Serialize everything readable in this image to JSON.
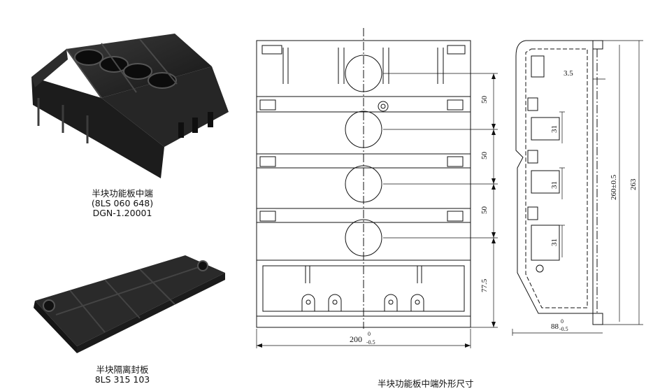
{
  "product_top": {
    "caption_line1": "半块功能板中端",
    "caption_line2": "(8LS 060 648)",
    "caption_line3": "DGN-1.20001"
  },
  "product_bottom": {
    "caption_line1": "半块隔离封板",
    "caption_line2": "8LS 315 103"
  },
  "drawing": {
    "title": "半块功能板中端外形尺寸",
    "dim_50_a": "50",
    "dim_50_b": "50",
    "dim_50_c": "50",
    "dim_77_5": "77.5",
    "dim_200": "200",
    "dim_200_tol_upper": "0",
    "dim_200_tol_lower": "-0.5",
    "dim_3_5": "3.5",
    "dim_31_a": "31",
    "dim_31_b": "31",
    "dim_31_c": "31",
    "dim_260": "260±0.5",
    "dim_263": "263",
    "dim_88": "88",
    "dim_88_tol_upper": "0",
    "dim_88_tol_lower": "-0.5"
  }
}
